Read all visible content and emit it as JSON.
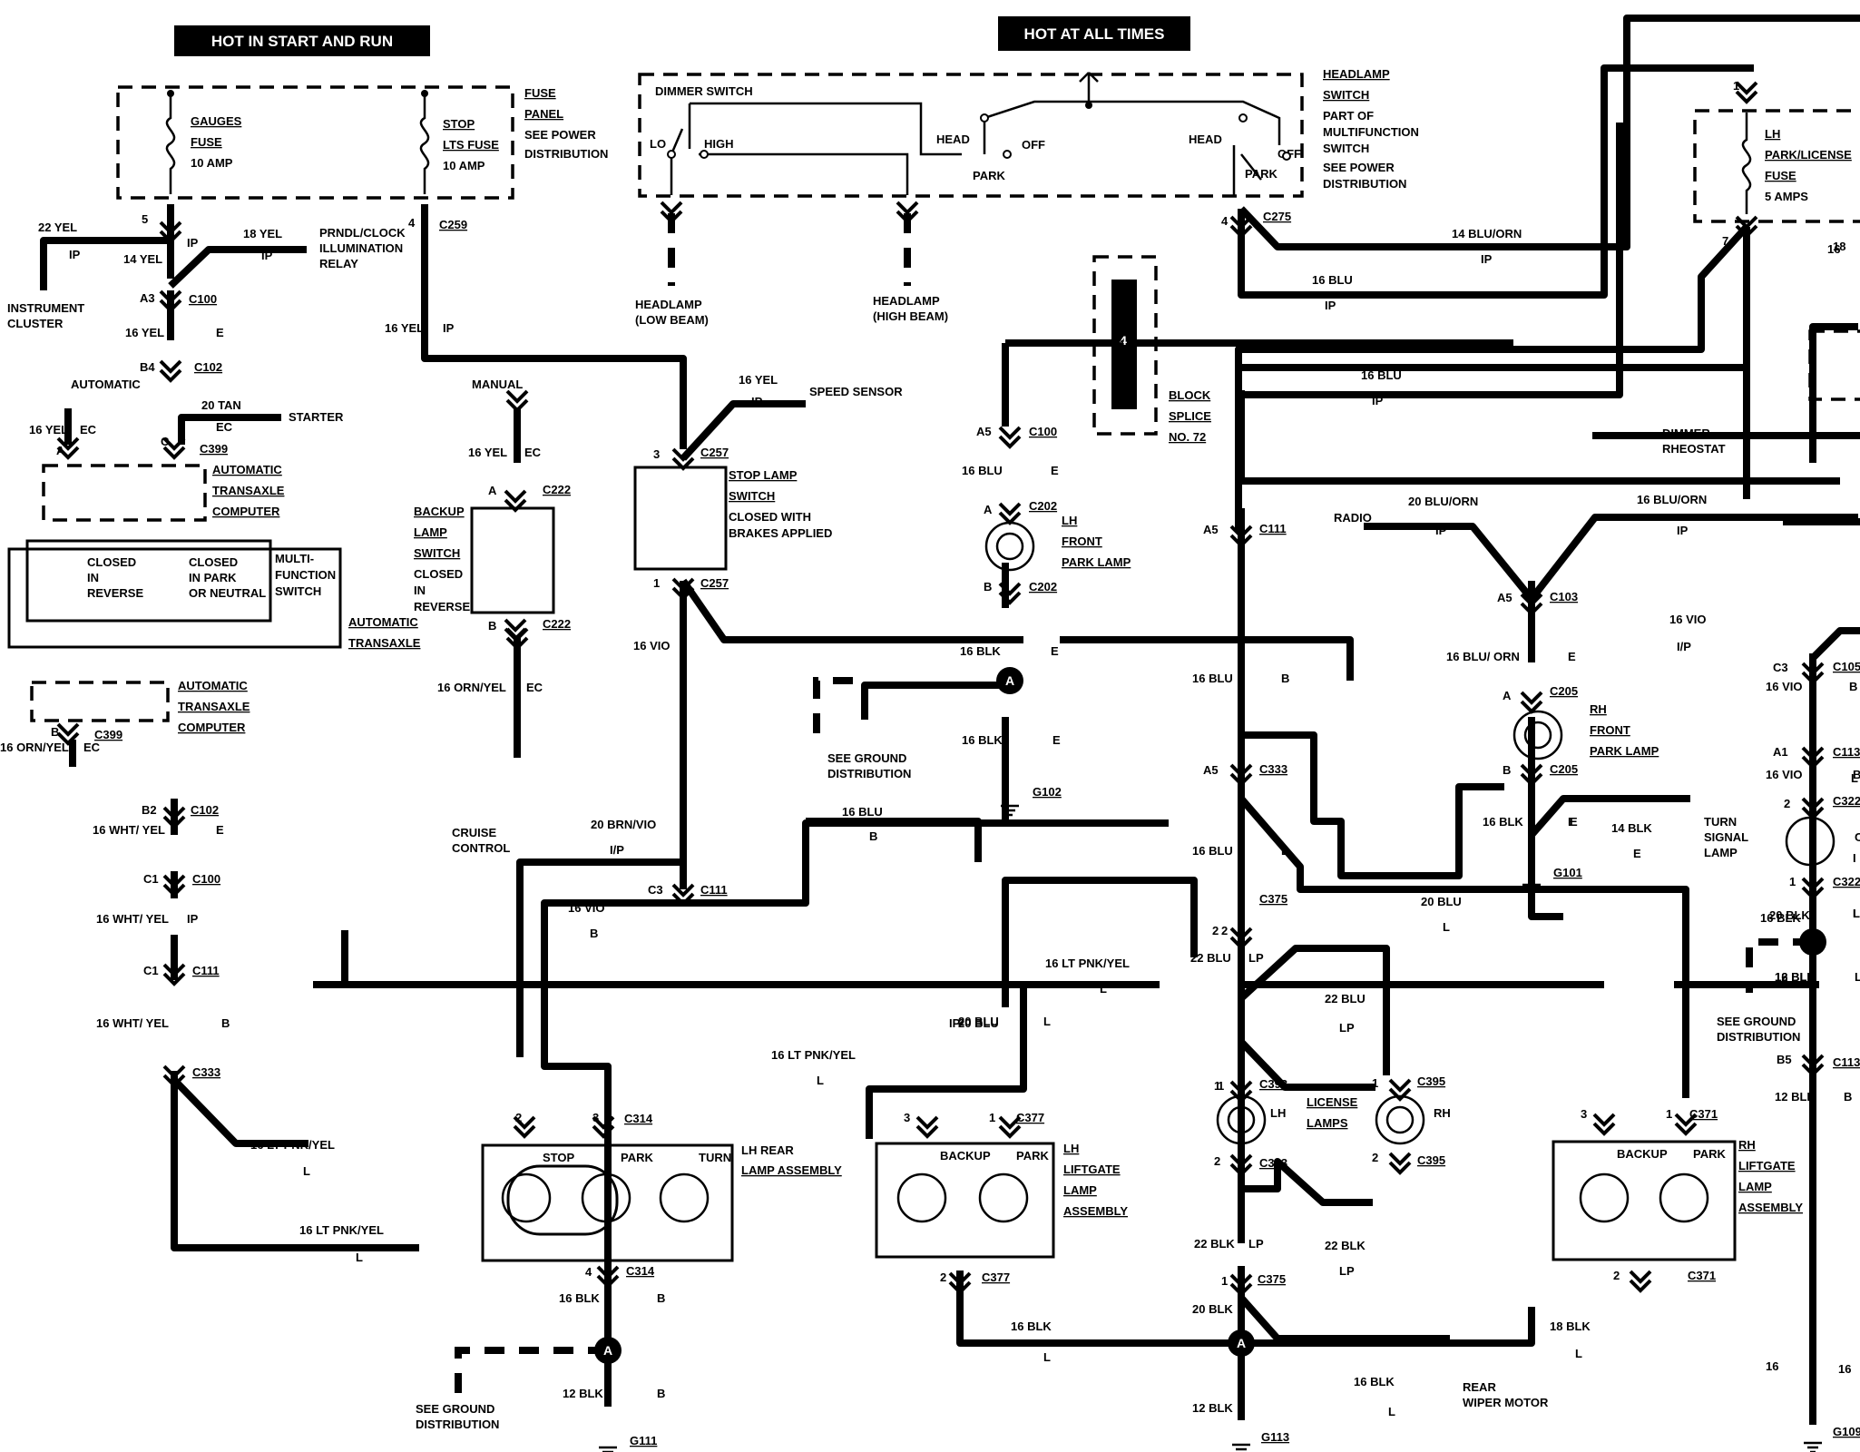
{
  "headers": {
    "hot_start_run": "HOT IN START AND RUN",
    "hot_all_times": "HOT AT ALL TIMES"
  },
  "fuses": {
    "gauges": [
      "GAUGES",
      "FUSE",
      "10 AMP"
    ],
    "stop": [
      "STOP",
      "LTS FUSE",
      "10 AMP"
    ],
    "park_license": [
      "LH",
      "PARK/LICENSE",
      "FUSE",
      "5 AMPS"
    ],
    "fuse_panel": [
      "FUSE",
      "PANEL",
      "SEE POWER",
      "DISTRIBUTION"
    ]
  },
  "headlamp_switch": {
    "dimmer": "DIMMER SWITCH",
    "lo": "LO",
    "high": "HIGH",
    "head": "HEAD",
    "off": "OFF",
    "park": "PARK",
    "note": [
      "HEADLAMP",
      "SWITCH",
      "PART OF",
      "MULTIFUNCTION",
      "SWITCH",
      "SEE POWER",
      "DISTRIBUTION"
    ]
  },
  "components": {
    "instrument_cluster": [
      "INSTRUMENT",
      "CLUSTER"
    ],
    "prndl_relay": [
      "PRNDL/CLOCK",
      "ILLUMINATION",
      "RELAY"
    ],
    "headlamp_low": [
      "HEADLAMP",
      "(LOW BEAM)"
    ],
    "headlamp_high": [
      "HEADLAMP",
      "(HIGH BEAM)"
    ],
    "starter": "STARTER",
    "speed_sensor": "SPEED SENSOR",
    "stop_lamp_switch": [
      "STOP LAMP",
      "SWITCH",
      "CLOSED WITH",
      "BRAKES APPLIED"
    ],
    "backup_lamp_switch": [
      "BACKUP",
      "LAMP",
      "SWITCH",
      "CLOSED",
      "IN",
      "REVERSE"
    ],
    "atc_top": [
      "AUTOMATIC",
      "TRANSAXLE",
      "COMPUTER"
    ],
    "atc_bottom": [
      "AUTOMATIC",
      "TRANSAXLE",
      "COMPUTER"
    ],
    "multifunction_switch": [
      "MULTI-",
      "FUNCTION",
      "SWITCH"
    ],
    "closed_reverse": [
      "CLOSED",
      "IN",
      "REVERSE"
    ],
    "closed_park": [
      "CLOSED",
      "IN PARK",
      "OR NEUTRAL"
    ],
    "automatic_transaxle": [
      "AUTOMATIC",
      "TRANSAXLE"
    ],
    "automatic": "AUTOMATIC",
    "manual": "MANUAL",
    "block_splice": [
      "BLOCK",
      "SPLICE",
      "NO. 72"
    ],
    "lh_front_park": [
      "LH",
      "FRONT",
      "PARK LAMP"
    ],
    "rh_front_park": [
      "RH",
      "FRONT",
      "PARK LAMP"
    ],
    "see_ground": [
      "SEE GROUND",
      "DISTRIBUTION"
    ],
    "radio": "RADIO",
    "dimmer_rheostat": [
      "DIMMER",
      "RHEOSTAT"
    ],
    "turn_signal_lamp": [
      "TURN",
      "SIGNAL",
      "LAMP"
    ],
    "cruise_control": [
      "CRUISE",
      "CONTROL"
    ],
    "license_lamps": [
      "LICENSE",
      "LAMPS"
    ],
    "lh_rear_lamp": [
      "LH REAR",
      "LAMP ASSEMBLY"
    ],
    "lh_liftgate": [
      "LH",
      "LIFTGATE",
      "LAMP",
      "ASSEMBLY"
    ],
    "rh_liftgate": [
      "RH",
      "LIFTGATE",
      "LAMP",
      "ASSEMBLY"
    ],
    "rear_wiper": [
      "REAR",
      "WIPER MOTOR"
    ],
    "stop": "STOP",
    "park": "PARK",
    "turn": "TURN",
    "backup": "BACKUP",
    "lh": "LH",
    "rh": "RH"
  },
  "labels": [
    {
      "id": "l1",
      "text": "22 YEL"
    },
    {
      "id": "l2",
      "text": "IP"
    },
    {
      "id": "l3",
      "text": "14 YEL"
    },
    {
      "id": "l4",
      "text": "IP"
    },
    {
      "id": "l5",
      "text": "18 YEL"
    },
    {
      "id": "l6",
      "text": "IP"
    },
    {
      "id": "l7",
      "text": "16 YEL"
    },
    {
      "id": "l8",
      "text": "E"
    },
    {
      "id": "l9",
      "text": "16 YEL"
    },
    {
      "id": "l10",
      "text": "IP"
    },
    {
      "id": "l11",
      "text": "20 TAN"
    },
    {
      "id": "l12",
      "text": "EC"
    },
    {
      "id": "l13",
      "text": "16 YEL"
    },
    {
      "id": "l14",
      "text": "EC"
    },
    {
      "id": "l15",
      "text": "16 YEL"
    },
    {
      "id": "l16",
      "text": "EC"
    },
    {
      "id": "l17",
      "text": "16 ORN/YEL"
    },
    {
      "id": "l18",
      "text": "EC"
    },
    {
      "id": "l19",
      "text": "16 ORN/YEL"
    },
    {
      "id": "l20",
      "text": "EC"
    },
    {
      "id": "l21",
      "text": "16 WHT/ YEL"
    },
    {
      "id": "l22",
      "text": "E"
    },
    {
      "id": "l23",
      "text": "16 WHT/ YEL"
    },
    {
      "id": "l24",
      "text": "IP"
    },
    {
      "id": "l25",
      "text": "16 WHT/ YEL"
    },
    {
      "id": "l26",
      "text": "B"
    },
    {
      "id": "l27",
      "text": "16 LT PNK/YEL"
    },
    {
      "id": "l28",
      "text": "L"
    },
    {
      "id": "l29",
      "text": "16 LT PNK/YEL"
    },
    {
      "id": "l30",
      "text": "L"
    },
    {
      "id": "l31",
      "text": "16 YEL"
    },
    {
      "id": "l32",
      "text": "IP"
    },
    {
      "id": "l33",
      "text": "16 VIO"
    },
    {
      "id": "l34",
      "text": "20 BRN/VIO"
    },
    {
      "id": "l35",
      "text": "I/P"
    },
    {
      "id": "l36",
      "text": "16 VIO"
    },
    {
      "id": "l37",
      "text": "B"
    },
    {
      "id": "l38",
      "text": "16 BLU"
    },
    {
      "id": "l39",
      "text": "B"
    },
    {
      "id": "l40",
      "text": "16 LT PNK/YEL"
    },
    {
      "id": "l41",
      "text": "L"
    },
    {
      "id": "l42",
      "text": "16 BLK"
    },
    {
      "id": "l43",
      "text": "B"
    },
    {
      "id": "l44",
      "text": "12 BLK"
    },
    {
      "id": "l45",
      "text": "B"
    },
    {
      "id": "l46",
      "text": "16 BLU"
    },
    {
      "id": "l47",
      "text": "E"
    },
    {
      "id": "l48",
      "text": "16 BLK"
    },
    {
      "id": "l49",
      "text": "E"
    },
    {
      "id": "l50",
      "text": "16 BLK"
    },
    {
      "id": "l51",
      "text": "E"
    },
    {
      "id": "l52",
      "text": "20 BLU"
    },
    {
      "id": "l53",
      "text": "IP"
    },
    {
      "id": "l54",
      "text": "16 LT PNK/YEL"
    },
    {
      "id": "l55",
      "text": "L"
    },
    {
      "id": "l56",
      "text": "20 BLU"
    },
    {
      "id": "l57",
      "text": "L"
    },
    {
      "id": "l58",
      "text": "16 BLK"
    },
    {
      "id": "l59",
      "text": "L"
    },
    {
      "id": "l60",
      "text": "16 BLU"
    },
    {
      "id": "l61",
      "text": "IP"
    },
    {
      "id": "l62",
      "text": "14 BLU/ORN"
    },
    {
      "id": "l63",
      "text": "IP"
    },
    {
      "id": "l64",
      "text": "16 BLU"
    },
    {
      "id": "l65",
      "text": "IP"
    },
    {
      "id": "l66",
      "text": "16 BLU"
    },
    {
      "id": "l67",
      "text": "B"
    },
    {
      "id": "l68",
      "text": "16 BLU"
    },
    {
      "id": "l69",
      "text": "L"
    },
    {
      "id": "l70",
      "text": "22 BLU"
    },
    {
      "id": "l71",
      "text": "LP"
    },
    {
      "id": "l72",
      "text": "22 BLU"
    },
    {
      "id": "l73",
      "text": "LP"
    },
    {
      "id": "l74",
      "text": "22 BLK"
    },
    {
      "id": "l75",
      "text": "LP"
    },
    {
      "id": "l76",
      "text": "22 BLK"
    },
    {
      "id": "l77",
      "text": "LP"
    },
    {
      "id": "l78",
      "text": "20 BLK"
    },
    {
      "id": "l79",
      "text": "16 BLK"
    },
    {
      "id": "l80",
      "text": "L"
    },
    {
      "id": "l81",
      "text": "12 BLK"
    },
    {
      "id": "l82",
      "text": "20 BLU"
    },
    {
      "id": "l83",
      "text": "L"
    },
    {
      "id": "l84",
      "text": "18 BLK"
    },
    {
      "id": "l85",
      "text": "L"
    },
    {
      "id": "l86",
      "text": "20 BLU/ORN"
    },
    {
      "id": "l87",
      "text": "IP"
    },
    {
      "id": "l88",
      "text": "16 BLU/ORN"
    },
    {
      "id": "l89",
      "text": "IP"
    },
    {
      "id": "l90",
      "text": "16 VIO"
    },
    {
      "id": "l91",
      "text": "I/P"
    },
    {
      "id": "l92",
      "text": "16 BLU/ ORN"
    },
    {
      "id": "l93",
      "text": "E"
    },
    {
      "id": "l94",
      "text": "16 BLK"
    },
    {
      "id": "l95",
      "text": "E"
    },
    {
      "id": "l96",
      "text": "14 BLK"
    },
    {
      "id": "l97",
      "text": "E"
    },
    {
      "id": "l98",
      "text": "16 VIO"
    },
    {
      "id": "l99",
      "text": "B"
    },
    {
      "id": "l100",
      "text": "16 VIO"
    },
    {
      "id": "l101",
      "text": "20 BLK"
    },
    {
      "id": "l102",
      "text": "12 BLK"
    },
    {
      "id": "l103",
      "text": "12 BLK"
    },
    {
      "id": "l104",
      "text": "B"
    },
    {
      "id": "l105",
      "text": "16"
    },
    {
      "id": "l106",
      "text": "16 BLK"
    },
    {
      "id": "l107",
      "text": "16"
    },
    {
      "id": "l108",
      "text": "B"
    },
    {
      "id": "l109",
      "text": "L"
    },
    {
      "id": "l110",
      "text": "L"
    },
    {
      "id": "l111",
      "text": "I"
    },
    {
      "id": "l112",
      "text": "C"
    },
    {
      "id": "l113",
      "text": "L"
    },
    {
      "id": "l114",
      "text": "L"
    },
    {
      "id": "l115",
      "text": "16"
    },
    {
      "id": "l116",
      "text": "16 BLK"
    },
    {
      "id": "l117",
      "text": "E"
    }
  ],
  "connectors": [
    {
      "id": "c1",
      "text": "C259"
    },
    {
      "id": "c2",
      "text": "C100"
    },
    {
      "id": "c3",
      "text": "C102"
    },
    {
      "id": "c4",
      "text": "C399"
    },
    {
      "id": "c5",
      "text": "C399"
    },
    {
      "id": "c6",
      "text": "C222"
    },
    {
      "id": "c7",
      "text": "C222"
    },
    {
      "id": "c8",
      "text": "C102"
    },
    {
      "id": "c9",
      "text": "C100"
    },
    {
      "id": "c10",
      "text": "C111"
    },
    {
      "id": "c11",
      "text": "C333"
    },
    {
      "id": "c12",
      "text": "C257"
    },
    {
      "id": "c13",
      "text": "C257"
    },
    {
      "id": "c14",
      "text": "C111"
    },
    {
      "id": "c15",
      "text": "C314"
    },
    {
      "id": "c16",
      "text": "C314"
    },
    {
      "id": "c17",
      "text": "G111"
    },
    {
      "id": "c18",
      "text": "C100"
    },
    {
      "id": "c19",
      "text": "C202"
    },
    {
      "id": "c20",
      "text": "C202"
    },
    {
      "id": "c21",
      "text": "G102"
    },
    {
      "id": "c22",
      "text": "C377"
    },
    {
      "id": "c23",
      "text": "C377"
    },
    {
      "id": "c24",
      "text": "C275"
    },
    {
      "id": "c25",
      "text": "C111"
    },
    {
      "id": "c26",
      "text": "C333"
    },
    {
      "id": "c27",
      "text": "C375"
    },
    {
      "id": "c28",
      "text": "C393"
    },
    {
      "id": "c29",
      "text": "C393"
    },
    {
      "id": "c30",
      "text": "C395"
    },
    {
      "id": "c31",
      "text": "C395"
    },
    {
      "id": "c32",
      "text": "C375"
    },
    {
      "id": "c33",
      "text": "G113"
    },
    {
      "id": "c34",
      "text": "C103"
    },
    {
      "id": "c35",
      "text": "C205"
    },
    {
      "id": "c36",
      "text": "C205"
    },
    {
      "id": "c37",
      "text": "G101"
    },
    {
      "id": "c38",
      "text": "C371"
    },
    {
      "id": "c39",
      "text": "C371"
    },
    {
      "id": "c40",
      "text": "C105"
    },
    {
      "id": "c41",
      "text": "C113"
    },
    {
      "id": "c42",
      "text": "C322"
    },
    {
      "id": "c43",
      "text": "C322"
    },
    {
      "id": "c44",
      "text": "C113"
    },
    {
      "id": "c45",
      "text": "G109"
    }
  ],
  "pins": [
    {
      "id": "p1",
      "text": "5"
    },
    {
      "id": "p2",
      "text": "4"
    },
    {
      "id": "p3",
      "text": "A3"
    },
    {
      "id": "p4",
      "text": "B4"
    },
    {
      "id": "p5",
      "text": "A"
    },
    {
      "id": "p6",
      "text": "C"
    },
    {
      "id": "p7",
      "text": "A"
    },
    {
      "id": "p8",
      "text": "B"
    },
    {
      "id": "p9",
      "text": "B"
    },
    {
      "id": "p10",
      "text": "B2"
    },
    {
      "id": "p11",
      "text": "C1"
    },
    {
      "id": "p12",
      "text": "C1"
    },
    {
      "id": "p13",
      "text": "3"
    },
    {
      "id": "p14",
      "text": "1"
    },
    {
      "id": "p15",
      "text": "C3"
    },
    {
      "id": "p16",
      "text": "2"
    },
    {
      "id": "p17",
      "text": "3"
    },
    {
      "id": "p18",
      "text": "4"
    },
    {
      "id": "p19",
      "text": "2"
    },
    {
      "id": "p20",
      "text": "1"
    },
    {
      "id": "p21",
      "text": "A5"
    },
    {
      "id": "p22",
      "text": "A"
    },
    {
      "id": "p23",
      "text": "B"
    },
    {
      "id": "p24",
      "text": "4"
    },
    {
      "id": "p25",
      "text": "3"
    },
    {
      "id": "p26",
      "text": "1"
    },
    {
      "id": "p27",
      "text": "2"
    },
    {
      "id": "p28",
      "text": "A5"
    },
    {
      "id": "p29",
      "text": "A5"
    },
    {
      "id": "p30",
      "text": "2"
    },
    {
      "id": "p31",
      "text": "1"
    },
    {
      "id": "p32",
      "text": "2"
    },
    {
      "id": "p33",
      "text": "1"
    },
    {
      "id": "p34",
      "text": "2"
    },
    {
      "id": "p35",
      "text": "1"
    },
    {
      "id": "p36",
      "text": "A5"
    },
    {
      "id": "p37",
      "text": "A"
    },
    {
      "id": "p38",
      "text": "B"
    },
    {
      "id": "p39",
      "text": "3"
    },
    {
      "id": "p40",
      "text": "1"
    },
    {
      "id": "p41",
      "text": "2"
    },
    {
      "id": "p42",
      "text": "1"
    },
    {
      "id": "p43",
      "text": "7"
    },
    {
      "id": "p44",
      "text": "C3"
    },
    {
      "id": "p45",
      "text": "A1"
    },
    {
      "id": "p46",
      "text": "2"
    },
    {
      "id": "p47",
      "text": "1"
    },
    {
      "id": "p48",
      "text": "B5"
    },
    {
      "id": "p49",
      "text": "4"
    },
    {
      "id": "p50",
      "text": "18"
    },
    {
      "id": "p51",
      "text": "A"
    },
    {
      "id": "p52",
      "text": "A"
    },
    {
      "id": "p53",
      "text": "A"
    }
  ]
}
